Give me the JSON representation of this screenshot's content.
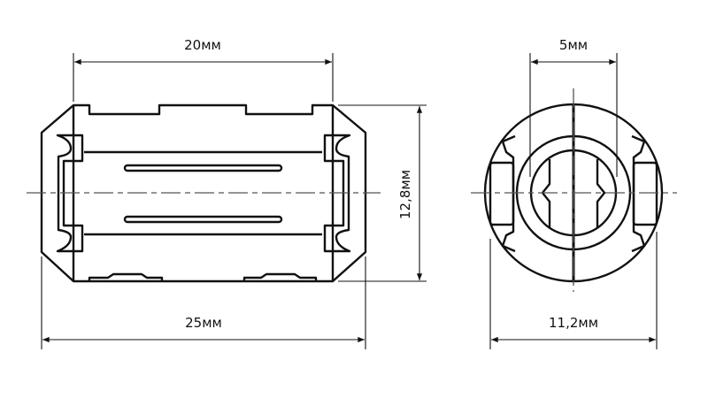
{
  "side_view": {
    "length_inner": "20мм",
    "length_total": "25мм",
    "height": "12,8мм"
  },
  "end_view": {
    "inner_diameter": "5мм",
    "outer_width": "11,2мм"
  },
  "colors": {
    "line": "#111111",
    "centerline": "#555555"
  }
}
